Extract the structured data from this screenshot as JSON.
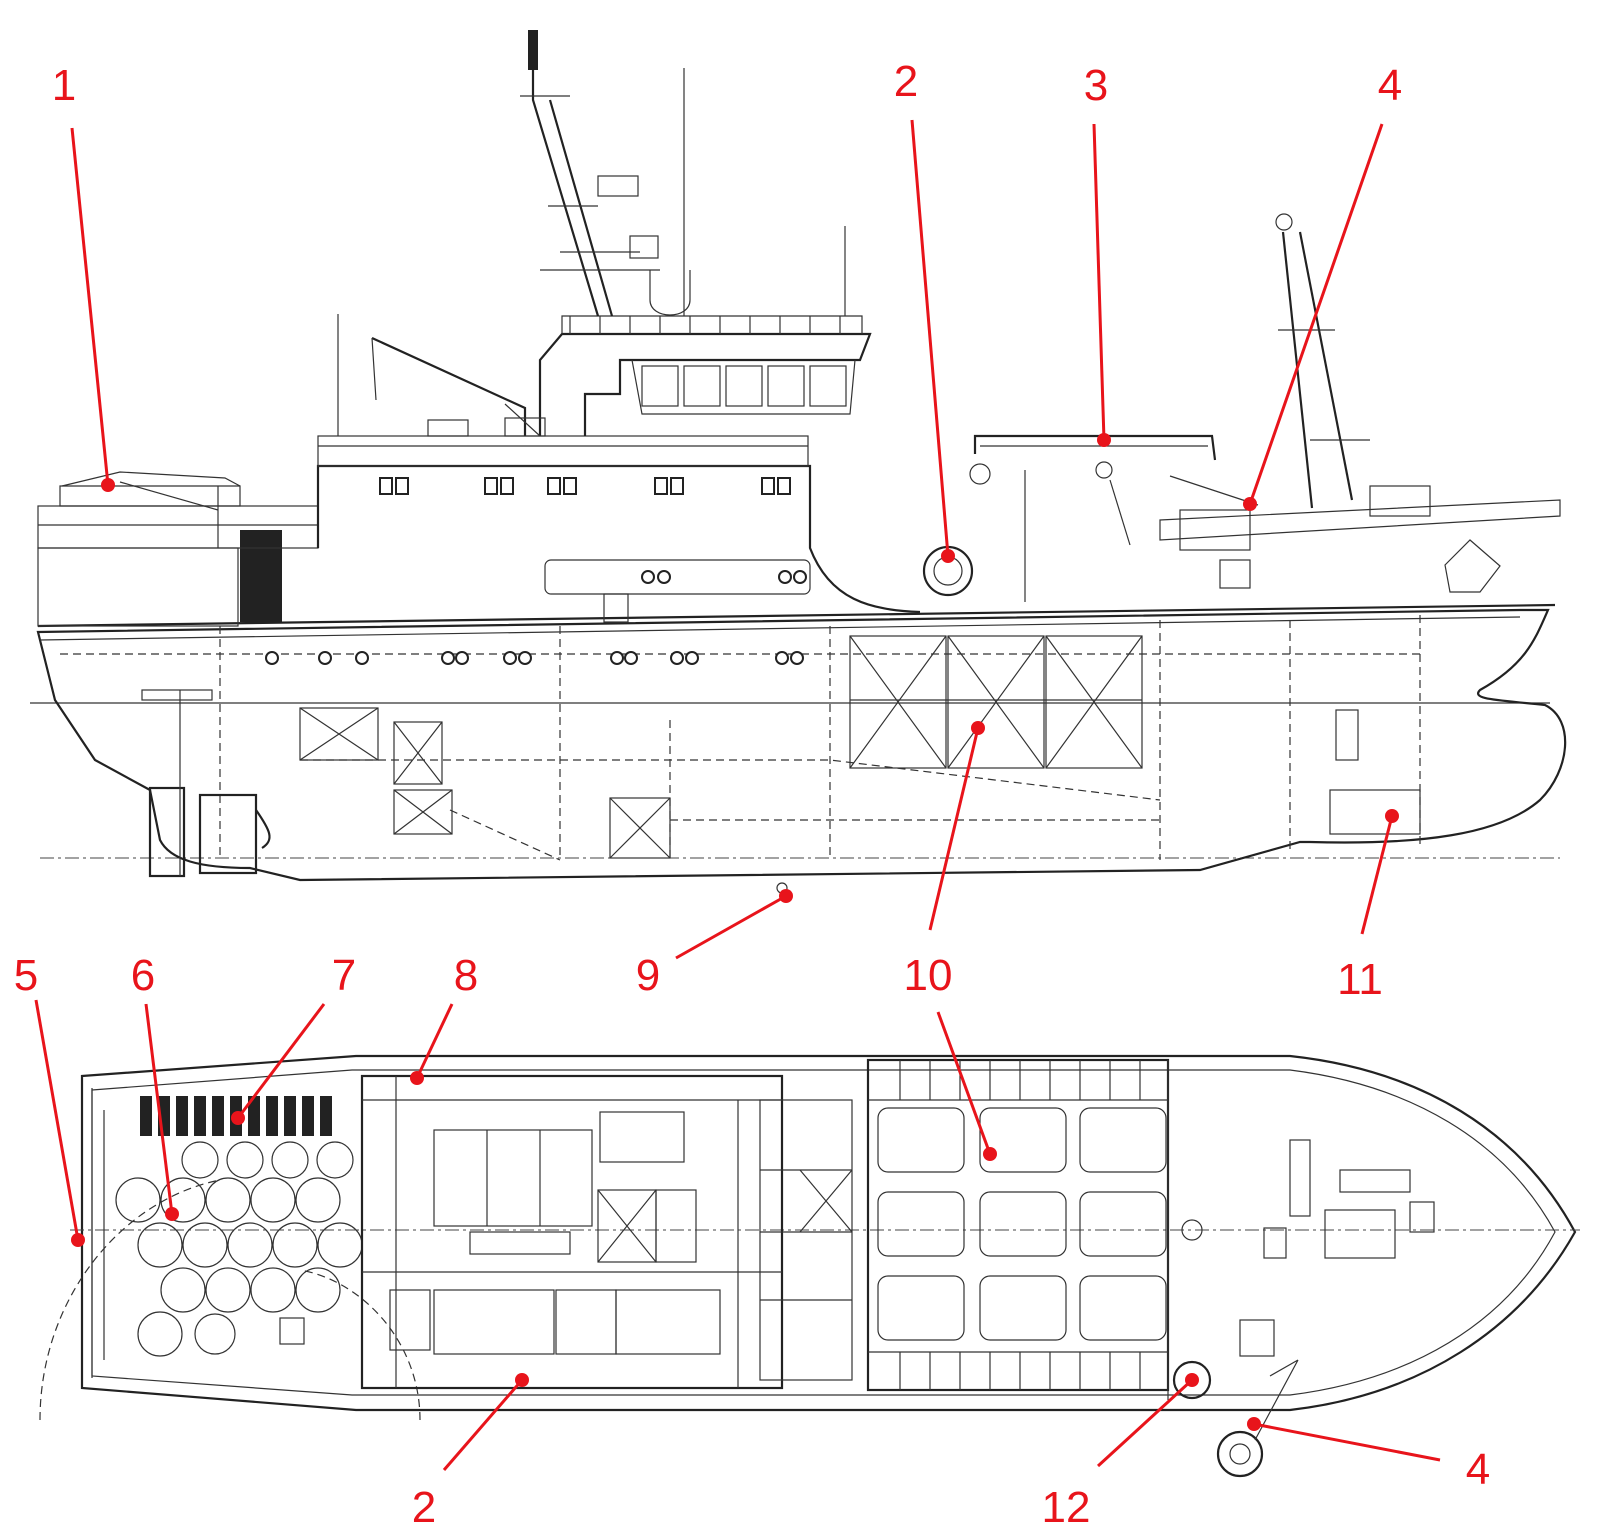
{
  "figure": {
    "callouts": [
      {
        "id": "c1",
        "label": "1"
      },
      {
        "id": "c2a",
        "label": "2"
      },
      {
        "id": "c3",
        "label": "3"
      },
      {
        "id": "c4a",
        "label": "4"
      },
      {
        "id": "c5",
        "label": "5"
      },
      {
        "id": "c6",
        "label": "6"
      },
      {
        "id": "c7",
        "label": "7"
      },
      {
        "id": "c8",
        "label": "8"
      },
      {
        "id": "c9",
        "label": "9"
      },
      {
        "id": "c10a",
        "label": "10"
      },
      {
        "id": "c10b",
        "label": "10"
      },
      {
        "id": "c11",
        "label": "11"
      },
      {
        "id": "c2b",
        "label": "2"
      },
      {
        "id": "c12",
        "label": "12"
      },
      {
        "id": "c4b",
        "label": "4"
      }
    ],
    "colors": {
      "callout": "#e8141b",
      "drawing": "#222222",
      "background": "#ffffff"
    }
  }
}
